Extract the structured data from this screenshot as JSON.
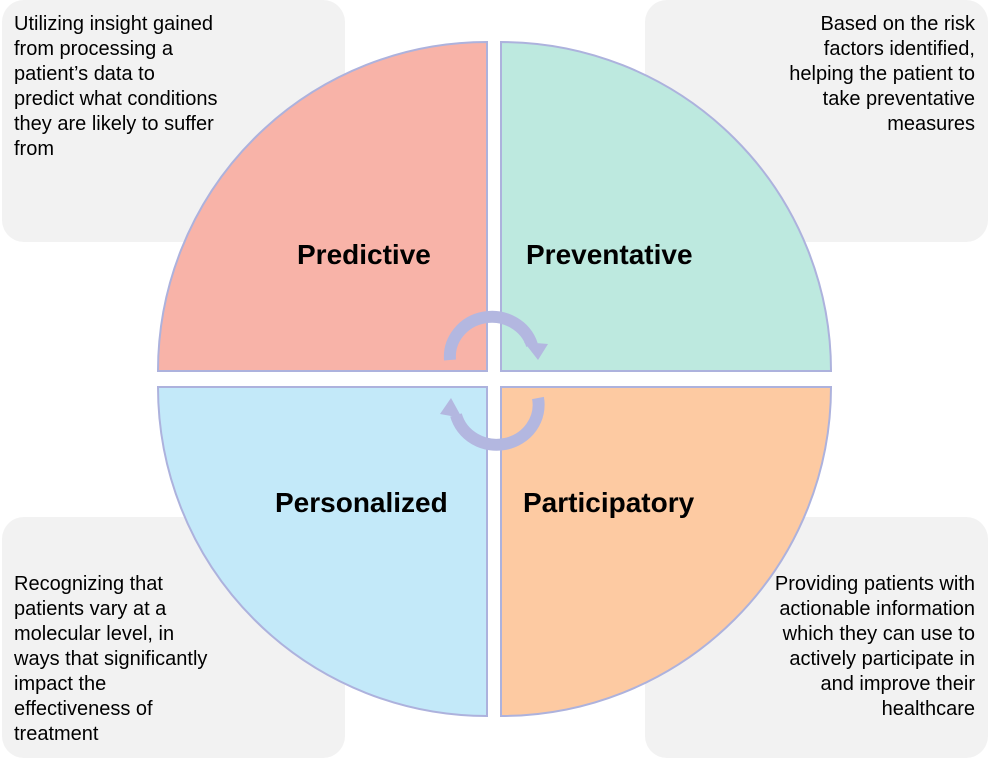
{
  "quadrants": [
    {
      "label": "Predictive",
      "color": "#f8b3a8",
      "description": "Utilizing insight gained from processing a patient’s data  to predict what conditions they are likely to suffer from"
    },
    {
      "label": "Preventative",
      "color": "#bde9df",
      "description": "Based on the risk factors identified, helping the patient to take preventative measures"
    },
    {
      "label": "Personalized",
      "color": "#c3e9f9",
      "description": "Recognizing that patients vary at a molecular level, in ways that significantly impact the effectiveness of treatment"
    },
    {
      "label": "Participatory",
      "color": "#fdcaa2",
      "description": "Providing patients with actionable information which they can use to actively participate in and improve their healthcare"
    }
  ],
  "colors": {
    "outline": "#adb2dd",
    "arrow": "#b3b7e0",
    "box": "#f2f2f2"
  }
}
